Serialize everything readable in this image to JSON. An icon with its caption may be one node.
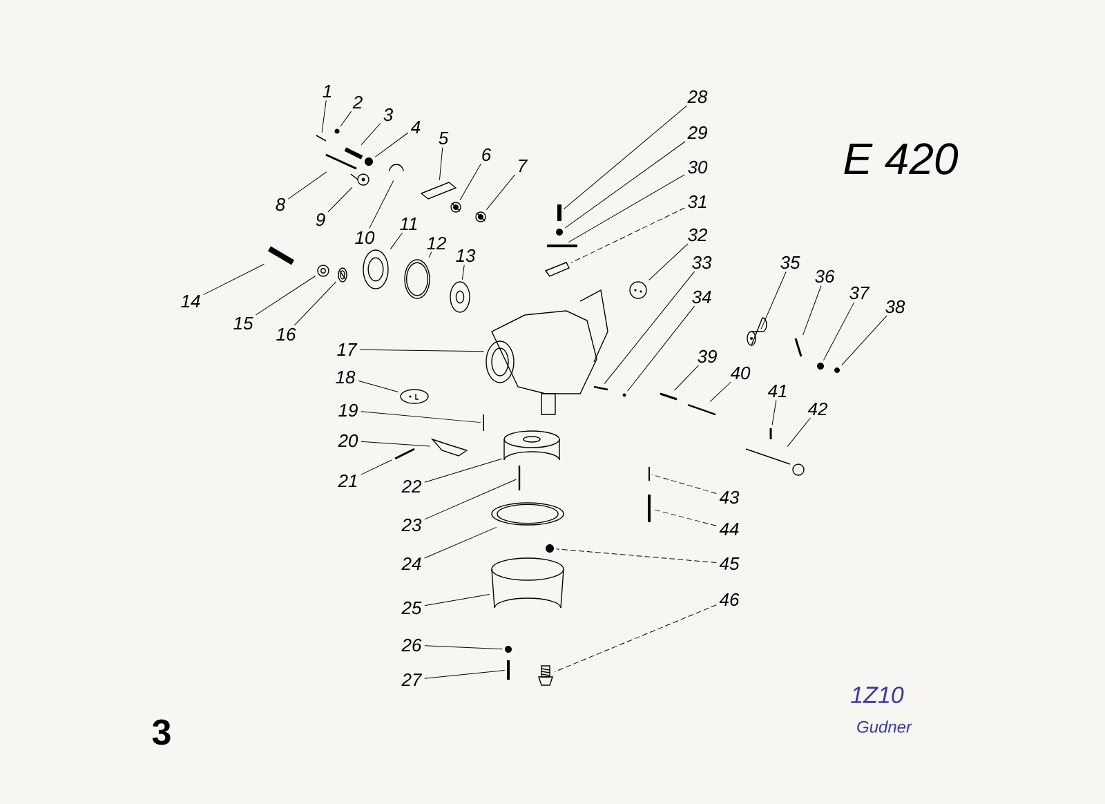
{
  "diagram": {
    "title": "E 420",
    "nodes": [
      {
        "text": [
          "1"
        ]
      },
      {
        "text": [
          "2"
        ]
      },
      {
        "text": [
          "3"
        ]
      },
      {
        "text": [
          "4"
        ]
      },
      {
        "text": [
          "5"
        ]
      },
      {
        "text": [
          "6"
        ]
      },
      {
        "text": [
          "7"
        ]
      },
      {
        "text": [
          "8"
        ]
      },
      {
        "text": [
          "9"
        ]
      },
      {
        "text": [
          "10"
        ]
      },
      {
        "text": [
          "11"
        ]
      },
      {
        "text": [
          "12"
        ]
      },
      {
        "text": [
          "13"
        ]
      },
      {
        "text": [
          "14"
        ]
      },
      {
        "text": [
          "15"
        ]
      },
      {
        "text": [
          "16"
        ]
      },
      {
        "text": [
          "17"
        ]
      },
      {
        "text": [
          "18"
        ]
      },
      {
        "text": [
          "19"
        ]
      },
      {
        "text": [
          "20"
        ]
      },
      {
        "text": [
          "21"
        ]
      },
      {
        "text": [
          "22"
        ]
      },
      {
        "text": [
          "23"
        ]
      },
      {
        "text": [
          "24"
        ]
      },
      {
        "text": [
          "25"
        ]
      },
      {
        "text": [
          "26"
        ]
      },
      {
        "text": [
          "27"
        ]
      },
      {
        "text": [
          "28"
        ]
      },
      {
        "text": [
          "29"
        ]
      },
      {
        "text": [
          "30"
        ]
      },
      {
        "text": [
          "31"
        ]
      },
      {
        "text": [
          "32"
        ]
      },
      {
        "text": [
          "33"
        ]
      },
      {
        "text": [
          "34"
        ]
      },
      {
        "text": [
          "35"
        ]
      },
      {
        "text": [
          "36"
        ]
      },
      {
        "text": [
          "37"
        ]
      },
      {
        "text": [
          "38"
        ]
      },
      {
        "text": [
          "39"
        ]
      },
      {
        "text": [
          "40"
        ]
      },
      {
        "text": [
          "41"
        ]
      },
      {
        "text": [
          "42"
        ]
      },
      {
        "text": [
          "43"
        ]
      },
      {
        "text": [
          "44"
        ]
      },
      {
        "text": [
          "45"
        ]
      },
      {
        "text": [
          "46"
        ]
      },
      {
        "text": [],
        "shape": "picture"
      },
      {
        "text": [],
        "shape": "picture"
      },
      {
        "text": [],
        "shape": "picture"
      },
      {
        "text": [],
        "shape": "picture"
      },
      {
        "text": [],
        "shape": "picture"
      },
      {
        "text": [],
        "shape": "picture"
      },
      {
        "text": [],
        "shape": "picture"
      },
      {
        "text": [],
        "shape": "picture"
      },
      {
        "text": [],
        "shape": "picture"
      },
      {
        "text": [],
        "shape": "picture"
      },
      {
        "text": [],
        "shape": "picture"
      },
      {
        "text": [],
        "shape": "picture"
      },
      {
        "text": [],
        "shape": "picture"
      },
      {
        "text": [],
        "shape": "picture"
      },
      {
        "text": [],
        "shape": "picture"
      },
      {
        "text": [],
        "shape": "picture"
      },
      {
        "text": [],
        "shape": "picture"
      },
      {
        "text": [],
        "shape": "picture"
      },
      {
        "text": [],
        "shape": "picture"
      },
      {
        "text": [],
        "shape": "picture"
      },
      {
        "text": [],
        "shape": "picture"
      },
      {
        "text": [],
        "shape": "picture"
      },
      {
        "text": [],
        "shape": "picture"
      },
      {
        "text": [],
        "shape": "picture"
      },
      {
        "text": [],
        "shape": "picture"
      },
      {
        "text": [],
        "shape": "picture"
      },
      {
        "text": [],
        "shape": "picture"
      },
      {
        "text": [],
        "shape": "picture"
      },
      {
        "text": [],
        "shape": "picture"
      },
      {
        "text": [],
        "shape": "picture"
      },
      {
        "text": [],
        "shape": "picture"
      },
      {
        "text": [],
        "shape": "picture"
      },
      {
        "text": [],
        "shape": "picture"
      },
      {
        "text": [],
        "shape": "picture"
      },
      {
        "text": [],
        "shape": "picture"
      },
      {
        "text": [],
        "shape": "picture"
      },
      {
        "text": [],
        "shape": "picture"
      },
      {
        "text": [],
        "shape": "picture"
      },
      {
        "text": [],
        "shape": "picture"
      },
      {
        "text": [],
        "shape": "picture"
      },
      {
        "text": [],
        "shape": "picture"
      },
      {
        "text": [],
        "shape": "picture"
      },
      {
        "text": [],
        "shape": "picture"
      },
      {
        "text": [],
        "shape": "picture"
      },
      {
        "text": [],
        "shape": "picture"
      },
      {
        "text": [],
        "shape": "picture"
      }
    ],
    "edges": [
      {
        "from": 0,
        "to": 46,
        "arrow": "none"
      },
      {
        "from": 1,
        "to": 47,
        "arrow": "none"
      },
      {
        "from": 2,
        "to": 48,
        "arrow": "none"
      },
      {
        "from": 3,
        "to": 49,
        "arrow": "none"
      },
      {
        "from": 4,
        "to": 50,
        "arrow": "none"
      },
      {
        "from": 5,
        "to": 51,
        "arrow": "none"
      },
      {
        "from": 6,
        "to": 52,
        "arrow": "none"
      },
      {
        "from": 7,
        "to": 53,
        "arrow": "none"
      },
      {
        "from": 8,
        "to": 54,
        "arrow": "none"
      },
      {
        "from": 9,
        "to": 55,
        "arrow": "none"
      },
      {
        "from": 10,
        "to": 56,
        "arrow": "none"
      },
      {
        "from": 11,
        "to": 57,
        "arrow": "none"
      },
      {
        "from": 12,
        "to": 58,
        "arrow": "none"
      },
      {
        "from": 13,
        "to": 59,
        "arrow": "none"
      },
      {
        "from": 14,
        "to": 60,
        "arrow": "none"
      },
      {
        "from": 15,
        "to": 61,
        "arrow": "none"
      },
      {
        "from": 16,
        "to": 62,
        "arrow": "none"
      },
      {
        "from": 17,
        "to": 63,
        "arrow": "none"
      },
      {
        "from": 18,
        "to": 64,
        "arrow": "none"
      },
      {
        "from": 19,
        "to": 65,
        "arrow": "none"
      },
      {
        "from": 20,
        "to": 66,
        "arrow": "none"
      },
      {
        "from": 21,
        "to": 67,
        "arrow": "none"
      },
      {
        "from": 22,
        "to": 68,
        "arrow": "none"
      },
      {
        "from": 23,
        "to": 69,
        "arrow": "none"
      },
      {
        "from": 24,
        "to": 70,
        "arrow": "none"
      },
      {
        "from": 25,
        "to": 71,
        "arrow": "none"
      },
      {
        "from": 26,
        "to": 72,
        "arrow": "none"
      },
      {
        "from": 27,
        "to": 73,
        "arrow": "none"
      },
      {
        "from": 28,
        "to": 74,
        "arrow": "none"
      },
      {
        "from": 29,
        "to": 75,
        "arrow": "none"
      },
      {
        "from": 30,
        "to": 76,
        "arrow": "none",
        "style": "dashed"
      },
      {
        "from": 31,
        "to": 77,
        "arrow": "none"
      },
      {
        "from": 32,
        "to": 78,
        "arrow": "none"
      },
      {
        "from": 33,
        "to": 79,
        "arrow": "none"
      },
      {
        "from": 34,
        "to": 80,
        "arrow": "none"
      },
      {
        "from": 35,
        "to": 81,
        "arrow": "none"
      },
      {
        "from": 36,
        "to": 82,
        "arrow": "none"
      },
      {
        "from": 37,
        "to": 83,
        "arrow": "none"
      },
      {
        "from": 38,
        "to": 84,
        "arrow": "none"
      },
      {
        "from": 39,
        "to": 85,
        "arrow": "none"
      },
      {
        "from": 40,
        "to": 86,
        "arrow": "none"
      },
      {
        "from": 41,
        "to": 87,
        "arrow": "none"
      },
      {
        "from": 42,
        "to": 88,
        "arrow": "none",
        "style": "dashed"
      },
      {
        "from": 43,
        "to": 89,
        "arrow": "none",
        "style": "dashed"
      },
      {
        "from": 44,
        "to": 90,
        "arrow": "none",
        "style": "dashed"
      },
      {
        "from": 45,
        "to": 91,
        "arrow": "none",
        "style": "dashed"
      }
    ],
    "labels": [
      "3",
      "1Z10",
      "Gudner"
    ]
  }
}
